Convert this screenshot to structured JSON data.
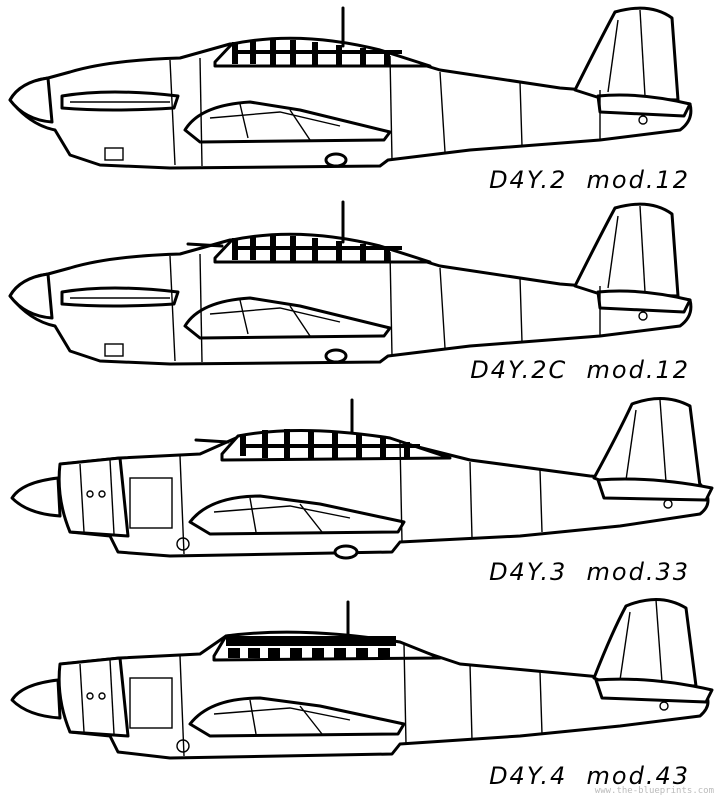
{
  "aircraft": [
    {
      "caption": "D4Y.2  mod.12",
      "nose": "inline"
    },
    {
      "caption": "D4Y.2C  mod.12",
      "nose": "inline"
    },
    {
      "caption": "D4Y.3  mod.33",
      "nose": "radial"
    },
    {
      "caption": "D4Y.4  mod.43",
      "nose": "radial"
    }
  ],
  "watermark": "www.the-blueprints.com",
  "colors": {
    "line": "#000000",
    "background": "#ffffff"
  }
}
